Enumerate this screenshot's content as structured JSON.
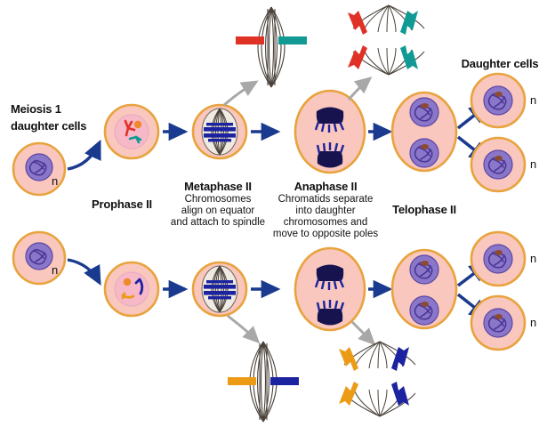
{
  "diagram": {
    "title_labels": {
      "meiosis1_daughter_cells": "Meiosis 1\ndaughter cells",
      "meiosis1_line1": "Meiosis 1",
      "meiosis1_line2": "daughter cells",
      "daughter_cells": "Daughter cells"
    },
    "stages": [
      {
        "name": "prophase-2",
        "label": "Prophase II",
        "description": "",
        "description_lines": []
      },
      {
        "name": "metaphase-2",
        "label": "Metaphase II",
        "description": "Chromosomes align on equator and attach to spindle",
        "description_lines": [
          "Chromosomes",
          "align on equator",
          "and attach to spindle"
        ]
      },
      {
        "name": "anaphase-2",
        "label": "Anaphase II",
        "description": "Chromatids separate into daughter chromosomes and move to opposite poles",
        "description_lines": [
          "Chromatids separate",
          "into daughter",
          "chromosomes and",
          "move to opposite poles"
        ]
      },
      {
        "name": "telophase-2",
        "label": "Telophase II",
        "description": "",
        "description_lines": []
      }
    ],
    "ploidy_labels": [
      {
        "id": "n-top-start",
        "text": "n"
      },
      {
        "id": "n-bottom-start",
        "text": "n"
      },
      {
        "id": "n-daughter-top-1",
        "text": "n"
      },
      {
        "id": "n-daughter-top-2",
        "text": "n"
      },
      {
        "id": "n-daughter-bottom-1",
        "text": "n"
      },
      {
        "id": "n-daughter-bottom-2",
        "text": "n"
      }
    ],
    "insets": [
      {
        "id": "metaphase-inset-top",
        "type": "spindle-equator",
        "chromosome_colors": [
          "#e03127",
          "#119a93"
        ]
      },
      {
        "id": "anaphase-inset-top",
        "type": "spindle-poles",
        "chromosome_colors": [
          "#e03127",
          "#119a93"
        ]
      },
      {
        "id": "metaphase-inset-bottom",
        "type": "spindle-equator",
        "chromosome_colors": [
          "#eb9b16",
          "#1b23a0"
        ]
      },
      {
        "id": "anaphase-inset-bottom",
        "type": "spindle-poles",
        "chromosome_colors": [
          "#eb9b16",
          "#1b23a0"
        ]
      }
    ],
    "colors": {
      "cell_fill": "#f9c7bd",
      "cell_border": "#e8a33d",
      "nucleus_fill": "#f7b8c8",
      "nucleus_border": "#e0a9bd",
      "chromatin": "#6a55b0",
      "chromatin_dark": "#3b2f8f",
      "spindle_chromosome": "#1b23a0",
      "arrow_blue": "#1a3a8f",
      "arrow_gray": "#a8a8a8",
      "text": "#111111",
      "background": "#ffffff",
      "red_chromosome": "#e03127",
      "teal_chromosome": "#119a93",
      "orange_chromosome": "#eb9b16",
      "blue_chromosome": "#1b23a0",
      "centriole": "#ef8a2a"
    }
  }
}
